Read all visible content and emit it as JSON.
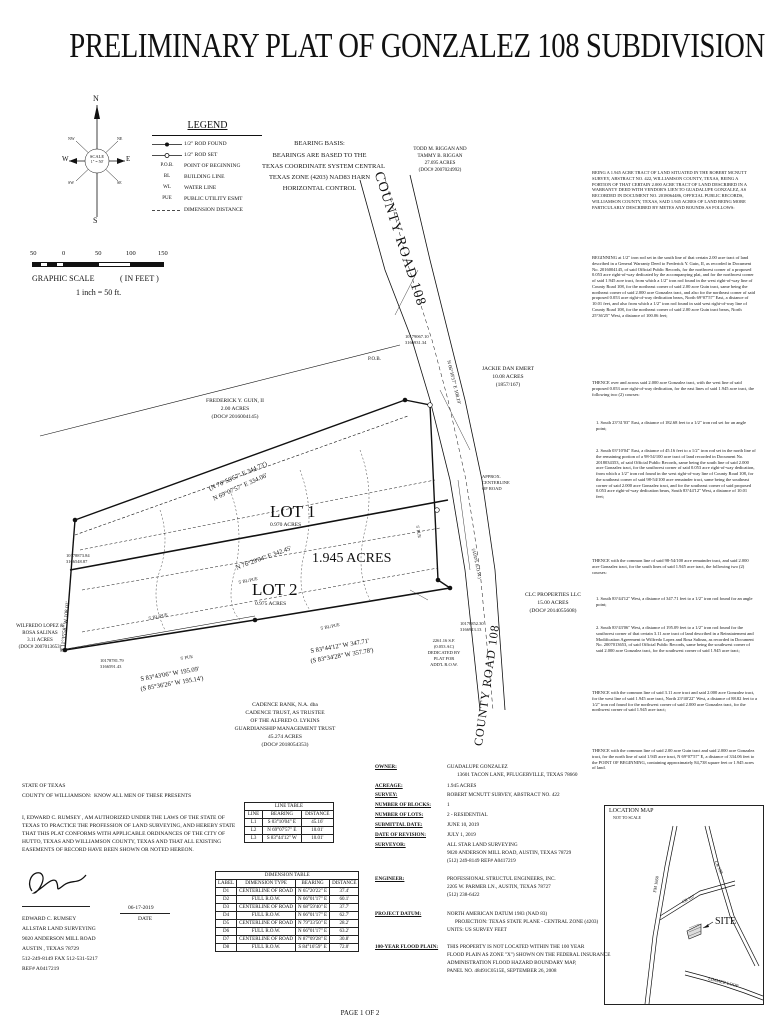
{
  "title": "PRELIMINARY PLAT OF GONZALEZ 108 SUBDIVISION",
  "north": {
    "n": "N",
    "s": "S",
    "e": "E",
    "w": "W",
    "nw": "NW",
    "ne": "NE",
    "sw": "SW",
    "se": "SE",
    "scale_word": "SCALE",
    "scale_ratio": "1\" = 50'"
  },
  "legend": {
    "title": "LEGEND",
    "items": [
      {
        "symbol": "iron-rod-found",
        "label": "1/2\" ROD FOUND"
      },
      {
        "symbol": "iron-rod-set",
        "label": "1/2\" ROD SET"
      },
      {
        "symbol": "P.O.B.",
        "label": "POINT OF BEGINNING"
      },
      {
        "symbol": "BL",
        "label": "BUILDING LINE"
      },
      {
        "symbol": "WL",
        "label": "WATER LINE"
      },
      {
        "symbol": "PUE",
        "label": "PUBLIC UTILITY ESMT"
      },
      {
        "symbol": "dashed",
        "label": "DIMENSION DISTANCE"
      }
    ]
  },
  "bearing_basis": {
    "title": "BEARING BASIS:",
    "lines": [
      "BEARINGS ARE BASED TO THE",
      "TEXAS COORDINATE SYSTEM CENTRAL",
      "TEXAS ZONE (4203) NAD83 HARN",
      "HORIZONTAL CONTROL"
    ]
  },
  "graphic_scale": {
    "ticks": [
      "50",
      "0",
      "50",
      "100",
      "150"
    ],
    "label": "GRAPHIC SCALE",
    "unit": "( IN FEET )",
    "ratio": "1 inch = 50 ft."
  },
  "plat": {
    "riggan": [
      "TODD M. RIGGAN AND",
      "TAMMY B. RIGGAN",
      "27.695 ACRES",
      "(DOC# 2007024992)"
    ],
    "county_road_top": "COUNTY ROAD 108",
    "county_road_bottom": "COUNTY ROAD 108",
    "guin": [
      "FREDERICK Y. GUIN, II",
      "2.00 ACRES",
      "(DOC# 2016004145)"
    ],
    "emert": [
      "JACKIE DAN EMERT",
      "10.08 ACRES",
      "(1857/167)"
    ],
    "pob": "P.O.B.",
    "coord_pob": [
      "10179067.10",
      "3166931.34"
    ],
    "coord_left": [
      "10178873.84",
      "3166548.87"
    ],
    "coord_bottom_left": [
      "10178781.79",
      "3166591.43"
    ],
    "coord_bottom_right": [
      "10178852.30",
      "3166913.13"
    ],
    "lot1": "LOT 1",
    "lot1_acres": "0.970 ACRES",
    "lot2": "LOT 2",
    "lot2_acres": "0.975 ACRES",
    "total_acres": "1.945 ACRES",
    "bearing_top_1": "(N 76°58'57\" E 344.73')",
    "bearing_top_2": "N 69°07'57\" E 334.06'",
    "bearing_mid": "N 76°29'04\" E 342.45'",
    "bearing_bot_1": "S 83°44'12\" W 347.71'",
    "bearing_bot_2": "(S 83°34'28\" W 357.78')",
    "bearing_base_1": "S 83°43'06\" W 195.09'",
    "bearing_base_2": "(S 85°36'26\" W 195.14')",
    "bearing_left": "N 11°35'58\" W 108.01'",
    "bearing_road": "N 06°18'57\" E 108.19'",
    "approx_centerline": [
      "APPROX.",
      "CENTERLINE",
      "OF ROAD"
    ],
    "clc": [
      "CLC PROPERTIES LLC",
      "15.00 ACRES",
      "(DOC# 2014055608)"
    ],
    "cadence": [
      "CADENCE BANK, N.A. dba",
      "CADENCE TRUST, AS TRUSTEE",
      "OF THE ALFRED O. LYKINS",
      "GUARDIANSHIP MANAGEMENT TRUST",
      "45.274 ACRES",
      "(DOC# 2018054353)"
    ],
    "salinas": [
      "WILFREDO LOPEZ &",
      "ROSA SALINAS",
      "3.11 ACRES",
      "(DOC# 2007013653)"
    ],
    "dedicated": [
      "2261.16 S.F.",
      "(0.053 AC)",
      "DEDICATED BY",
      "PLAT FOR",
      "ADD'L R.O.W."
    ],
    "bl_labels": [
      "5' BL/PUE",
      "5' BL/PUE",
      "5' BL/PUE"
    ],
    "pue_labels": [
      "5' PUE",
      "5' PUE"
    ],
    "wl_label": "(ADD'L R.O.W.)"
  },
  "description": {
    "intro": "BEING A 1.945 ACRE TRACT OF LAND SITUATED IN THE ROBERT MCNUTT SURVEY, ABSTRACT NO. 422, WILLIAMSON COUNTY, TEXAS, BEING A PORTION OF THAT CERTAIN 2.000 ACRE TRACT OF LAND DESCRIBED IN A WARRANTY DEED WITH VENDOR'S LIEN TO GUADALUPE GONZALEZ, AS RECORDED IN DOCUMENT NO. 2018064486, OFFICIAL PUBLIC RECORDS, WILLIAMSON COUNTY, TEXAS, SAID 1.945 ACRES OF LAND BEING MORE PARTICULARLY DESCRIBED BY METES AND BOUNDS AS FOLLOWS:",
    "beginning": "BEGINNING at 1/2\" iron rod set in the south line of that certain 2.00 acre tract of land described in a General Warranty Deed to Frederick Y. Guin, II, as recorded in Document No. 2016004145, of said Official Public Records, for the northwest corner of a proposed 0.053 acre right-of-way dedicated by the accompanying plat, and for the northwest corner of said 1.945 acre tract, from which a 1/2\" iron rod found in the west right-of-way line of County Road 108, for the northeast corner of said 2.00 acre Guin tract, same being the northeast corner of said 2.000 acre Gonzalez tract, and also for the northeast corner of said proposed 0.053 acre right-of-way dedication bears, North 69°07'57\" East, a distance of 10.01 feet, and also from which a 1/2\" iron rod found in said west right-of-way line of County Road 108, for the northeast corner of said 2.00 acre Guin tract bears, North 25°36'25\" West, a distance of 100.06 feet;",
    "thence1": "THENCE over and across said 2.000 acre Gonzalez tract, with the west line of said proposed 0.053 acre right-of-way dedication, for the east lines of said 1.945 acre tract, the following two (2) courses:",
    "course1": "1.   South 23°31'03\" East, a distance of 182.68 feet to a 1/2\" iron rod set for an angle point;",
    "course2": "2.   South 03°10'04\" East, a distance of 45.16 feet to a 1/2\" iron rod set in the north line of the remaining portion of a 98-54/100 acre tract of land recorded in Document No. 2018034353, of said Official Public Records, same being the south line of said 2.000 acre Gonzalez tract, for the southwest corner of said 0.053 acre right-of-way dedication, from which a 1/2\" iron rod found in the west right-of-way line of County Road 108, for the southeast corner of said 98-54/100 acre remainder tract, same being the southeast corner of said 2.000 acre Gonzalez tract, and for the southeast corner of said proposed 0.053 acre right-of-way dedication bears, South 83°44'12\" West, a distance of 10.01 feet;",
    "thence2": "THENCE with the common line of said 98-54/100 acre remainder tract, and said 2.000 acre Gonzalez tract, for the south lines of said 1.945 acre tract, the following two (2) courses:",
    "course3": "1.   South 83°44'12\" West, a distance of 347.71 feet to a 1/2\" iron rod found for an angle point;",
    "course4": "2.   South 83°43'06\" West, a distance of 195.09 feet to a 1/2\" iron rod found for the southwest corner of that certain 3.11 acre tract of land described in a Reinstatement and Modification Agreement to Wilfredo Lopez and Rosa Salinas, as recorded in Document No. 2007013653, of said Official Public Records, same being the southwest corner of said 2.000 acre Gonzalez tract, for the southwest corner of said 1.945 acre tract;",
    "thence3": "THENCE with the common line of said 3.11 acre tract and said 2.000 acre Gonzalez tract, for the west line of said 1.945 acre tract, North 23°40'22\" West, a distance of 88.82 feet to a 1/2\" iron rod found for the northwest corner of said 2.000 acre Gonzalez tract, for the northwest corner of said 1.945 acre tract;",
    "thence4": "THENCE with the common line of said 2.00 acre Guin tract and said 2.000 acre Gonzalez tract, for the north line of said 1.945 acre tract, N 69°07'57\" E, a distance of 334.06 feet to the POINT OF BEGINNING, containing approximately 84,738 square feet or 1.945 acres of land."
  },
  "owner_info": [
    {
      "k": "OWNER:",
      "v": [
        "GUADALUPE GONZALEZ",
        "13601 TACON LANE, PFLUGERVILLE, TEXAS 78660"
      ]
    },
    {
      "k": "ACREAGE:",
      "v": [
        "1.945 ACRES"
      ]
    },
    {
      "k": "SURVEY:",
      "v": [
        "ROBERT MCNUTT SURVEY, ABSTRACT NO. 422"
      ]
    },
    {
      "k": "NUMBER OF BLOCKS:",
      "v": [
        "1"
      ]
    },
    {
      "k": "NUMBER OF LOTS:",
      "v": [
        "2 - RESIDENTIAL"
      ]
    },
    {
      "k": "SUBMITTAL DATE:",
      "v": [
        "JUNE 10, 2019"
      ]
    },
    {
      "k": "DATE OF REVISION:",
      "v": [
        "JULY 1, 2019"
      ]
    },
    {
      "k": "SURVEYOR:",
      "v": [
        "ALL STAR LAND SURVEYING",
        "9020 ANDERSON MILL ROAD, AUSTIN, TEXAS 78729",
        "(512) 249-8149        REF# A0417219"
      ]
    },
    {
      "k": "ENGINEER:",
      "v": [
        "PROFESSIONAL STRUCTUL ENGINEERS, INC.",
        "2205 W. PARMER LN., AUSTIN, TEXAS 78727",
        "(512) 238-6422"
      ]
    },
    {
      "k": "PROJECT DATUM:",
      "v": [
        "NORTH AMERICAN DATUM 1983 (NAD 83)",
        "PROJECTION: TEXAS STATE PLANE - CENTRAL ZONE (4203)",
        "UNITS: US SURVEY FEET"
      ]
    },
    {
      "k": "100-YEAR FLOOD PLAIN:",
      "v": [
        "THIS PROPERTY IS NOT LOCATED WITHIN THE 100 YEAR",
        "FLOOD PLAIN AS ZONE \"X\") SHOWN ON THE FEDERAL INSURANCE",
        "ADMINISTRATION FLOOD HAZARD BOUNDARY MAP,",
        "PANEL NO. 48491C0515E, SEPTEMBER 26, 2008"
      ]
    }
  ],
  "certification": {
    "state": "STATE OF TEXAS",
    "county": "COUNTY OF WILLIAMSON:",
    "know_all": "KNOW ALL MEN OF THESE PRESENTS",
    "text": "I, EDWARD C. RUMSEY , AM AUTHORIZED UNDER THE LAWS OF THE STATE OF TEXAS TO PRACTICE THE PROFESSION OF LAND SURVEYING, AND HEREBY STATE THAT THIS PLAT CONFORMS WITH APPLICABLE ORDINANCES OF THE CITY OF HUTTO, TEXAS AND WILLIAMSON COUNTY, TEXAS AND THAT ALL EXISTING EASEMENTS OF RECORD HAVE BEEN SHOWN OR NOTED HEREON.",
    "date_value": "06-17-2019",
    "date_label": "DATE",
    "surveyor_lines": [
      "EDWARD C. RUMSEY",
      "ALLSTAR LAND SURVEYING",
      "9020 ANDERSON MILL ROAD",
      "AUSTIN , TEXAS 78729",
      "512-249-8149  FAX 512-531-5217",
      "REF# A0417219"
    ]
  },
  "line_table": {
    "title": "LINE TABLE",
    "headers": [
      "LINE",
      "BEARING",
      "DISTANCE"
    ],
    "rows": [
      [
        "L1",
        "S 03°10'04\" E",
        "45.16'"
      ],
      [
        "L2",
        "N 69°07'57\" E",
        "10.01'"
      ],
      [
        "L3",
        "S 83°44'12\" W",
        "10.01'"
      ]
    ]
  },
  "dimension_table": {
    "title": "DIMENSION TABLE",
    "headers": [
      "LABEL",
      "DIMENSION TYPE",
      "BEARING",
      "DISTANCE"
    ],
    "rows": [
      [
        "D1",
        "CENTERLINE OF ROAD",
        "N 65°20'22\" E",
        "37.4'"
      ],
      [
        "D2",
        "FULL R.O.W.",
        "N 66°01'17\" E",
        "60.1'"
      ],
      [
        "D3",
        "CENTERLINE OF ROAD",
        "N 68°59'40\" E",
        "37.7'"
      ],
      [
        "D4",
        "FULL R.O.W.",
        "N 66°01'17\" E",
        "62.7'"
      ],
      [
        "D5",
        "CENTERLINE OF ROAD",
        "N 79°33'50\" E",
        "28.2'"
      ],
      [
        "D6",
        "FULL R.O.W.",
        "N 66°01'17\" E",
        "63.2'"
      ],
      [
        "D7",
        "CENTERLINE OF ROAD",
        "N 87°09'28\" E",
        "30.8'"
      ],
      [
        "D8",
        "FULL R.O.W.",
        "S 84°16'59\" E",
        "72.0'"
      ]
    ]
  },
  "location_map": {
    "title": "LOCATION MAP",
    "subtitle": "NOT TO SCALE",
    "site": "SITE",
    "roads": [
      "CR 108",
      "CR 107",
      "FM 1660",
      "LIMMER LOOP"
    ]
  },
  "page": "PAGE 1 OF 2"
}
